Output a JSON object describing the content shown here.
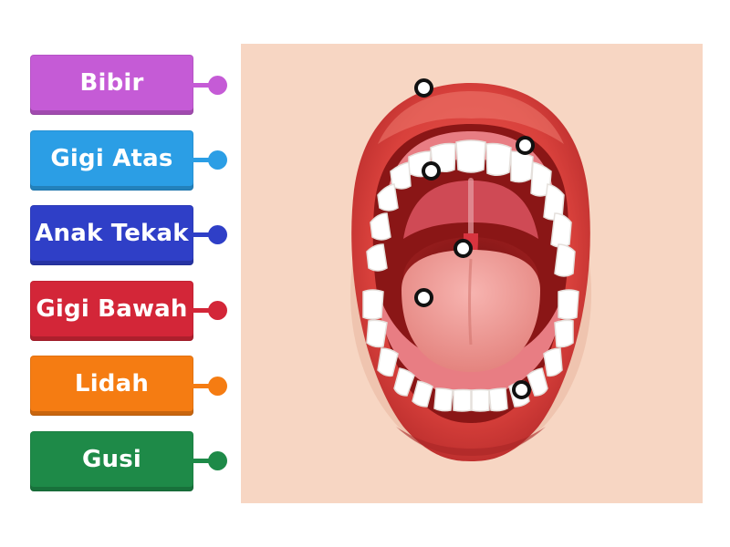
{
  "labels": [
    {
      "text": "Bibir",
      "color": "#c55bd6"
    },
    {
      "text": "Gigi Atas",
      "color": "#2b9ee5"
    },
    {
      "text": "Anak Tekak",
      "color": "#2f3fc7"
    },
    {
      "text": "Gigi Bawah",
      "color": "#d32638"
    },
    {
      "text": "Lidah",
      "color": "#f57c12"
    },
    {
      "text": "Gusi",
      "color": "#1e8a48"
    }
  ],
  "image": {
    "subject": "open-mouth-illustration",
    "background_color": "#f7d6c3"
  },
  "pin_icon": "hollow-circle-icon",
  "pin_count": 6
}
